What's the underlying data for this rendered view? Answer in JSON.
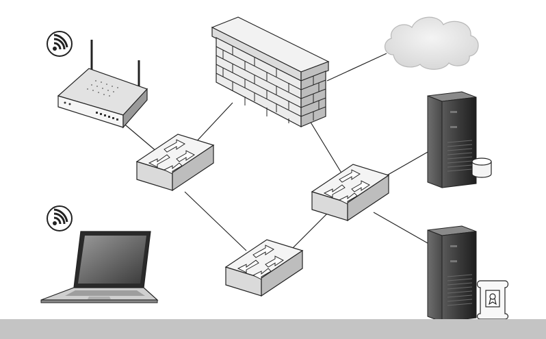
{
  "diagram": {
    "nodes": [
      {
        "id": "wireless-router",
        "kind": "router",
        "wireless": true
      },
      {
        "id": "laptop",
        "kind": "laptop",
        "wireless": true
      },
      {
        "id": "firewall",
        "kind": "firewall"
      },
      {
        "id": "internet-cloud",
        "kind": "cloud"
      },
      {
        "id": "switch-left",
        "kind": "switch"
      },
      {
        "id": "switch-right",
        "kind": "switch"
      },
      {
        "id": "switch-bottom",
        "kind": "switch"
      },
      {
        "id": "database-server",
        "kind": "server",
        "badge": "database-icon"
      },
      {
        "id": "certificate-server",
        "kind": "server",
        "badge": "certificate-icon"
      }
    ],
    "links": [
      [
        "wireless-router",
        "switch-left"
      ],
      [
        "switch-left",
        "firewall"
      ],
      [
        "firewall",
        "internet-cloud"
      ],
      [
        "firewall",
        "switch-right"
      ],
      [
        "switch-left",
        "switch-bottom"
      ],
      [
        "switch-bottom",
        "switch-right"
      ],
      [
        "switch-right",
        "database-server"
      ],
      [
        "switch-right",
        "certificate-server"
      ]
    ]
  },
  "colors": {
    "line": "#222222",
    "cloud": "#e6e6e6",
    "bar": "#c4c4c4"
  }
}
